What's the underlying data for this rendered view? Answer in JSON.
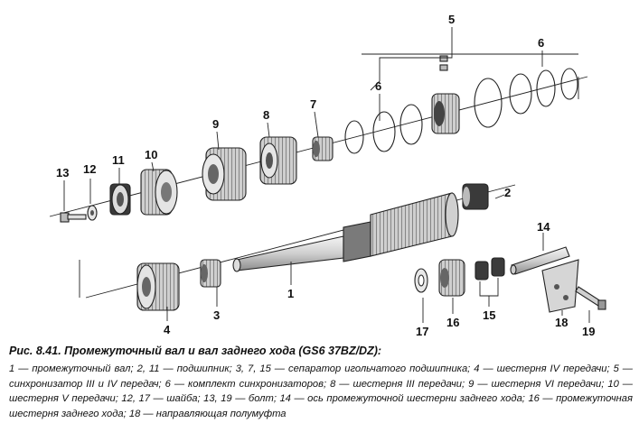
{
  "caption": {
    "title": "Рис. 8.41. Промежуточный вал и вал заднего хода (GS6 37BZ/DZ):",
    "legend": "1 — промежуточный вал; 2, 11 — подшипник; 3, 7, 15 — сепаратор игольчатого подшипника; 4 — шестерня IV передачи; 5 — синхронизатор III и IV передач; 6 — комплект синхронизаторов; 8 — шестерня III передачи; 9 — шестерня VI передачи; 10 — шестерня V передачи; 12, 17 — шайба; 13, 19 — болт; 14 — ось промежуточной шестерни заднего хода; 16 — промежуточная шестерня заднего хода; 18 — направляющая полумуфта"
  },
  "callouts": {
    "c1": "1",
    "c2": "2",
    "c3": "3",
    "c4": "4",
    "c5": "5",
    "c6a": "6",
    "c6b": "6",
    "c7": "7",
    "c8": "8",
    "c9": "9",
    "c10": "10",
    "c11": "11",
    "c12": "12",
    "c13": "13",
    "c14": "14",
    "c15": "15",
    "c16": "16",
    "c17": "17",
    "c18": "18",
    "c19": "19"
  },
  "colors": {
    "ink": "#222222",
    "metal": "#d9d9d9",
    "metal_dark": "#9a9a9a",
    "bearing": "#3a3a3a"
  }
}
